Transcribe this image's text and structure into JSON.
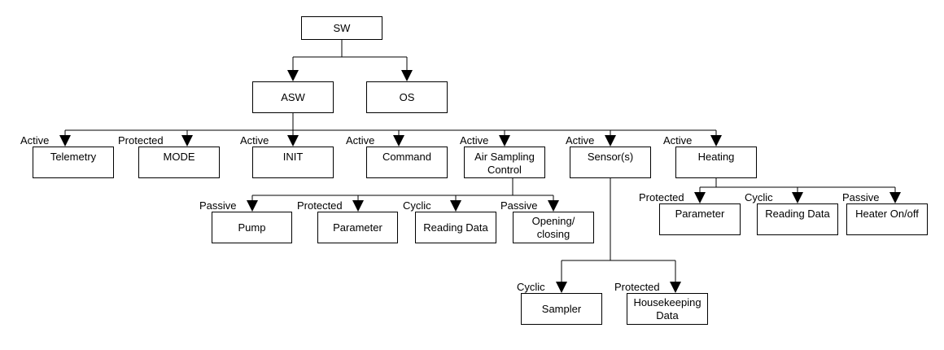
{
  "nodes": {
    "sw": "SW",
    "asw": "ASW",
    "os": "OS",
    "telemetry": "Telemetry",
    "mode": "MODE",
    "init": "INIT",
    "command": "Command",
    "air_sampling_control": [
      "Air Sampling",
      "Control"
    ],
    "sensors": "Sensor(s)",
    "heating": "Heating",
    "pump": "Pump",
    "parameter_air": "Parameter",
    "reading_data_air": "Reading Data",
    "opening_closing": [
      "Opening/",
      "closing"
    ],
    "parameter_heat": "Parameter",
    "reading_data_heat": "Reading Data",
    "heater_on_off": "Heater On/off",
    "sampler": "Sampler",
    "housekeeping_data": [
      "Housekeeping",
      "Data"
    ]
  },
  "labels": {
    "telemetry": "Active",
    "mode": "Protected",
    "init": "Active",
    "command": "Active",
    "air_sampling_control": "Active",
    "sensors": "Active",
    "heating": "Active",
    "pump": "Passive",
    "parameter_air": "Protected",
    "reading_data_air": "Cyclic",
    "opening_closing": "Passive",
    "parameter_heat": "Protected",
    "reading_data_heat": "Cyclic",
    "heater_on_off": "Passive",
    "sampler": "Cyclic",
    "housekeeping_data": "Protected"
  }
}
